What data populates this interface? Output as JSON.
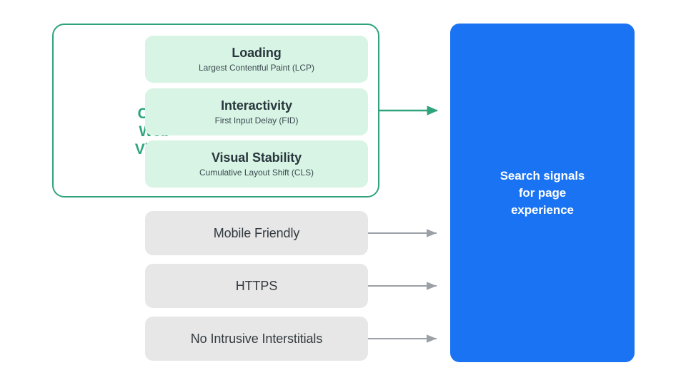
{
  "diagram": {
    "title": "Search signals for page experience",
    "background_color": "#ffffff",
    "core_web_vitals": {
      "group_label": "Core Web Vitals",
      "group_label_lines": [
        "Core",
        "Web",
        "Vitals"
      ],
      "accent_color": "#30a57c",
      "card_color": "#d8f4e4",
      "items": [
        {
          "title": "Loading",
          "metric": "Largest Contentful Paint (LCP)"
        },
        {
          "title": "Interactivity",
          "metric": "First Input Delay (FID)"
        },
        {
          "title": "Visual Stability",
          "metric": "Cumulative Layout Shift (CLS)"
        }
      ]
    },
    "other_signals": {
      "card_color": "#e7e7e8",
      "items": [
        {
          "title": "Mobile Friendly"
        },
        {
          "title": "HTTPS"
        },
        {
          "title": "No Intrusive Interstitials"
        }
      ]
    },
    "destination": {
      "label": "Search signals\nfor page\nexperience",
      "color": "#1a73f2",
      "text_color": "#ffffff"
    },
    "connectors": {
      "core_web_vitals_arrow_color": "#2fa37a",
      "other_signal_arrow_color": "#9aa0a6"
    }
  }
}
